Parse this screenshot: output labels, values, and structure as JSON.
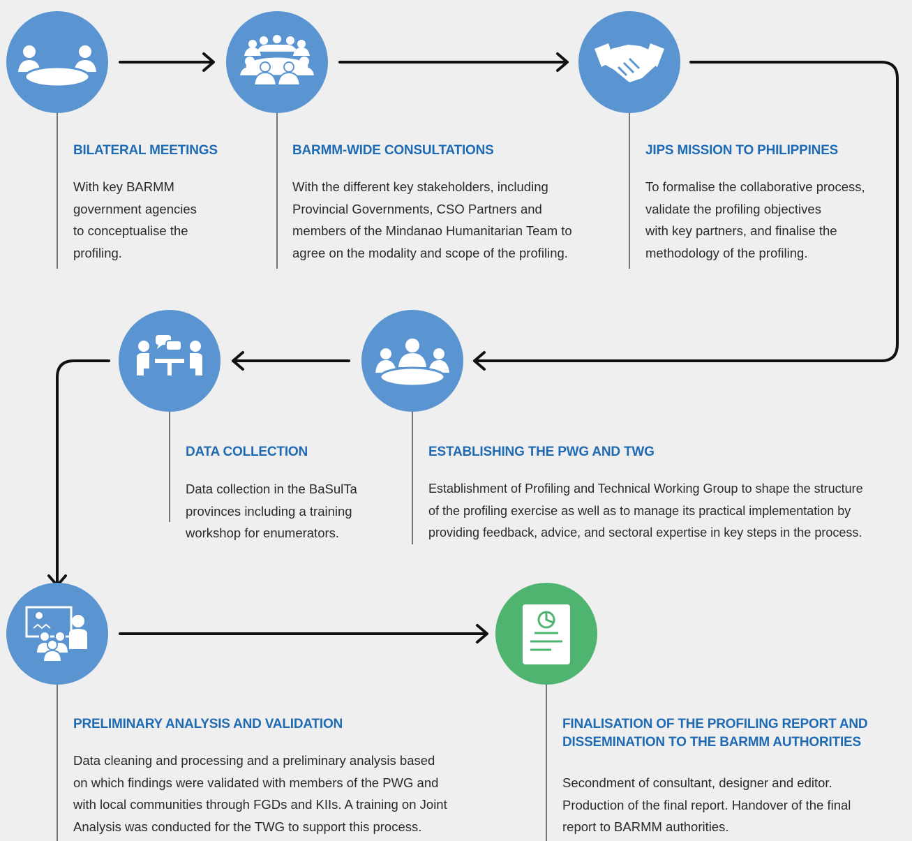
{
  "colors": {
    "circle_blue": "#5a95d1",
    "circle_green": "#4fb46f",
    "title_blue": "#1f6bb3",
    "text": "#2a2a2a",
    "connector": "#111111",
    "background": "#efefef"
  },
  "steps": [
    {
      "icon": "meeting-table-icon",
      "title": "BILATERAL MEETINGS",
      "lines": [
        "With key BARMM",
        "government agencies",
        "to conceptualise the",
        "profiling."
      ]
    },
    {
      "icon": "group-consultation-icon",
      "title": "BARMM-WIDE CONSULTATIONS",
      "lines": [
        "With the different key stakeholders, including",
        "Provincial Governments, CSO Partners and",
        "members of the Mindanao Humanitarian Team to",
        "agree on the modality and scope of the profiling."
      ]
    },
    {
      "icon": "handshake-icon",
      "title": "JIPS MISSION TO PHILIPPINES",
      "lines": [
        "To formalise the collaborative process,",
        "validate the profiling objectives",
        "with key partners, and finalise the",
        "methodology of the profiling."
      ]
    },
    {
      "icon": "working-group-icon",
      "title": "ESTABLISHING THE PWG AND TWG",
      "lines": [
        "Establishment of Profiling and Technical Working Group to shape the structure",
        "of the profiling exercise as well as to manage its practical implementation by",
        "providing feedback, advice, and sectoral expertise in key steps in the process."
      ]
    },
    {
      "icon": "interview-icon",
      "title": "DATA COLLECTION",
      "lines": [
        "Data collection in the BaSulTa",
        "provinces including a training",
        "workshop for enumerators."
      ]
    },
    {
      "icon": "presentation-audience-icon",
      "title": "PRELIMINARY ANALYSIS AND VALIDATION",
      "lines": [
        "Data cleaning and processing and a preliminary analysis based",
        "on which findings were validated with members of the PWG and",
        "with local communities through FGDs and KIIs. A training on Joint",
        "Analysis was conducted for the TWG to support this process."
      ]
    },
    {
      "icon": "report-chart-icon",
      "title": "FINALISATION OF THE PROFILING REPORT AND DISSEMINATION TO THE BARMM AUTHORITIES",
      "title_lines": [
        "FINALISATION OF THE PROFILING REPORT AND",
        "DISSEMINATION TO THE BARMM AUTHORITIES"
      ],
      "lines": [
        "Secondment of consultant, designer and editor.",
        "Production of the final report. Handover of the final",
        "report to BARMM authorities."
      ]
    }
  ]
}
